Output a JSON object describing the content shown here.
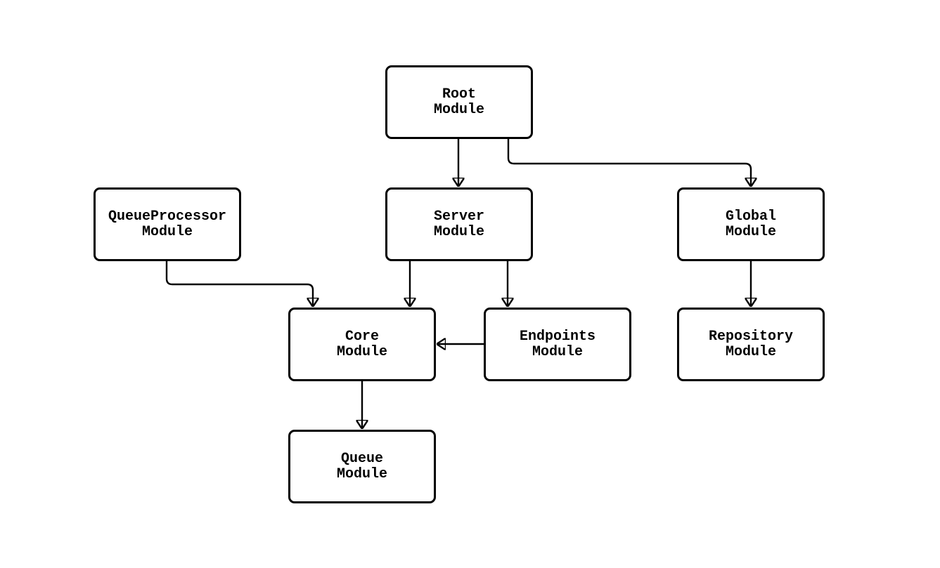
{
  "diagram": {
    "kind": "module-dependency-flowchart",
    "background_color": "#ffffff",
    "node_fill_color": "#ffffff",
    "stroke_color": "#000000",
    "nodes": {
      "root": {
        "line1": "Root",
        "line2": "Module"
      },
      "queueProcessor": {
        "line1": "QueueProcessor",
        "line2": "Module"
      },
      "server": {
        "line1": "Server",
        "line2": "Module"
      },
      "global": {
        "line1": "Global",
        "line2": "Module"
      },
      "core": {
        "line1": "Core",
        "line2": "Module"
      },
      "endpoints": {
        "line1": "Endpoints",
        "line2": "Module"
      },
      "repository": {
        "line1": "Repository",
        "line2": "Module"
      },
      "queue": {
        "line1": "Queue",
        "line2": "Module"
      }
    },
    "edges": [
      {
        "from": "root",
        "to": "server"
      },
      {
        "from": "root",
        "to": "global"
      },
      {
        "from": "queueProcessor",
        "to": "core"
      },
      {
        "from": "server",
        "to": "core"
      },
      {
        "from": "server",
        "to": "endpoints"
      },
      {
        "from": "endpoints",
        "to": "core"
      },
      {
        "from": "core",
        "to": "queue"
      },
      {
        "from": "global",
        "to": "repository"
      }
    ]
  }
}
